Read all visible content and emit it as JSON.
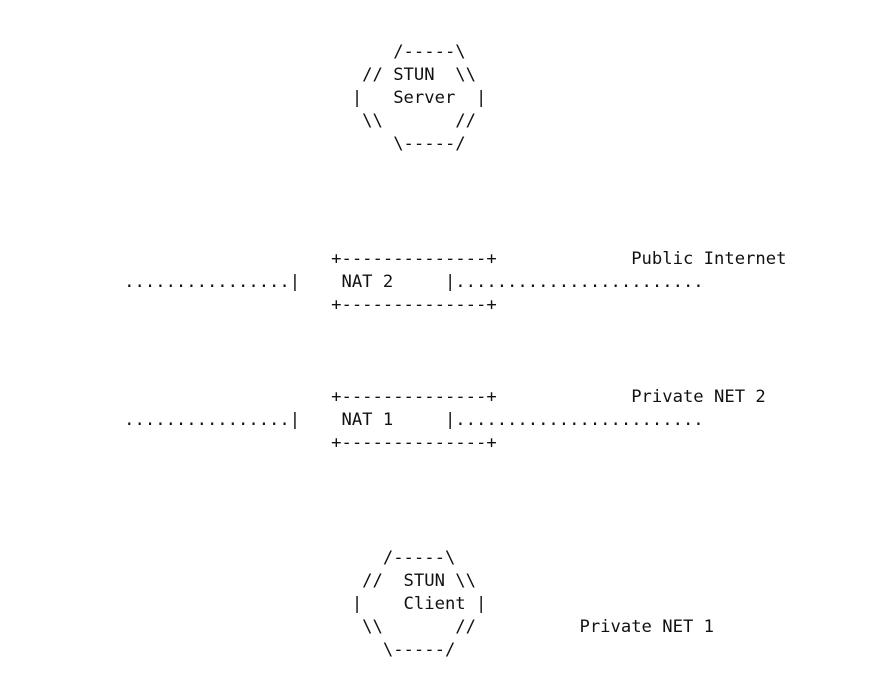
{
  "diagram": {
    "lines": [
      "                                      /-----\\",
      "                                   // STUN  \\\\",
      "                                  |   Server  |",
      "                                   \\\\       //",
      "                                      \\-----/",
      "",
      "",
      "",
      "                                +--------------+             Public Internet",
      "            ................|    NAT 2     |........................",
      "                                +--------------+",
      "",
      "",
      "",
      "                                +--------------+             Private NET 2",
      "            ................|    NAT 1     |........................",
      "                                +--------------+",
      "",
      "",
      "",
      "",
      "                                     /-----\\",
      "                                   //  STUN \\\\",
      "                                  |    Client |",
      "                                   \\\\       //          Private NET 1",
      "                                     \\-----/"
    ]
  }
}
